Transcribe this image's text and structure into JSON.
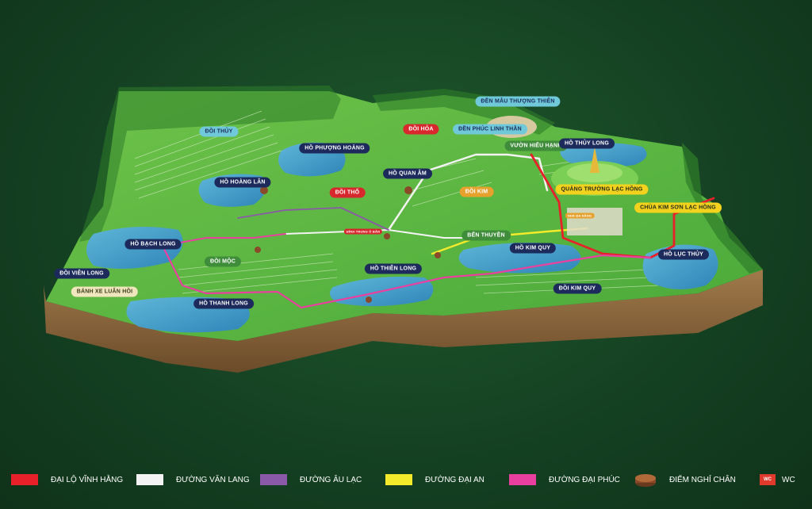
{
  "map": {
    "labels": [
      {
        "text": "ĐỒI THỦY",
        "style": "cyan"
      },
      {
        "text": "HỒ PHƯỢNG HOÀNG",
        "style": "navy"
      },
      {
        "text": "HỒ HOÀNG LÂN",
        "style": "navy"
      },
      {
        "text": "ĐỒI HỎA",
        "style": "red"
      },
      {
        "text": "ĐỀN MẪU THƯỢNG THIÊN",
        "style": "cyan"
      },
      {
        "text": "ĐỀN PHÚC LINH THẦN",
        "style": "cyan"
      },
      {
        "text": "VƯỜN HIẾU HẠNH",
        "style": "green"
      },
      {
        "text": "HỒ THỦY LONG",
        "style": "navy"
      },
      {
        "text": "HỒ QUAN ÂM",
        "style": "navy"
      },
      {
        "text": "ĐỒI THỔ",
        "style": "red"
      },
      {
        "text": "ĐỒI KIM",
        "style": "orange"
      },
      {
        "text": "QUẢNG TRƯỜNG LẠC HỒNG",
        "style": "yellow"
      },
      {
        "text": "CHÙA KIM SƠN LẠC HỒNG",
        "style": "yellow"
      },
      {
        "text": "NHÀ ĐA NĂNG",
        "style": "orange"
      },
      {
        "text": "HỒ BẠCH LONG",
        "style": "navy"
      },
      {
        "text": "ĐỒI MỘC",
        "style": "green"
      },
      {
        "text": "BẾN THUYỀN",
        "style": "green"
      },
      {
        "text": "HỒ KIM QUY",
        "style": "navy"
      },
      {
        "text": "HỒ LỤC THỦY",
        "style": "navy"
      },
      {
        "text": "ĐỒI VIÊN LONG",
        "style": "navy"
      },
      {
        "text": "HỒ THIÊN LONG",
        "style": "navy"
      },
      {
        "text": "BÁNH XE LUÂN HỒI",
        "style": "cream"
      },
      {
        "text": "HỒ THANH LONG",
        "style": "navy"
      },
      {
        "text": "ĐỒI KIM QUY",
        "style": "navy"
      },
      {
        "text": "ĐÌNH TRUNG Ô BĂN",
        "style": "red"
      }
    ]
  },
  "legend": {
    "colors": {
      "vinh_hang": "#e8202a",
      "van_lang": "#f3f3f3",
      "au_lac": "#8a5aa8",
      "dai_an": "#f2ea2a",
      "dai_phuc": "#e940a0"
    },
    "items": [
      {
        "label": "ĐẠI LỘ VĨNH HẰNG",
        "color": "#e8202a"
      },
      {
        "label": "ĐƯỜNG VĂN LANG",
        "color": "#f3f3f3"
      },
      {
        "label": "ĐƯỜNG ÂU LẠC",
        "color": "#8a5aa8"
      },
      {
        "label": "ĐƯỜNG ĐẠI AN",
        "color": "#f2ea2a"
      },
      {
        "label": "ĐƯỜNG ĐẠI PHÚC",
        "color": "#e940a0"
      },
      {
        "label": "ĐIỂM NGHỈ CHÂN",
        "icon": "rest-stop-icon"
      },
      {
        "label": "WC",
        "icon": "wc-icon",
        "icon_text": "WC"
      }
    ]
  }
}
